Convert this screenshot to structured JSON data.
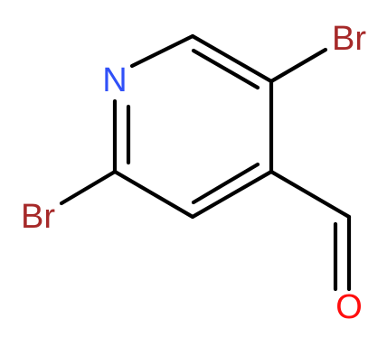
{
  "atoms": [
    {
      "id": "N1",
      "label": "N"
    },
    {
      "id": "Br5",
      "label": "Br"
    },
    {
      "id": "Br2",
      "label": "Br"
    },
    {
      "id": "O",
      "label": "O"
    }
  ],
  "colors": {
    "bond": "#000000",
    "nitrogen": "#3050F8",
    "bromine": "#A62929",
    "oxygen": "#FF0D0D"
  }
}
